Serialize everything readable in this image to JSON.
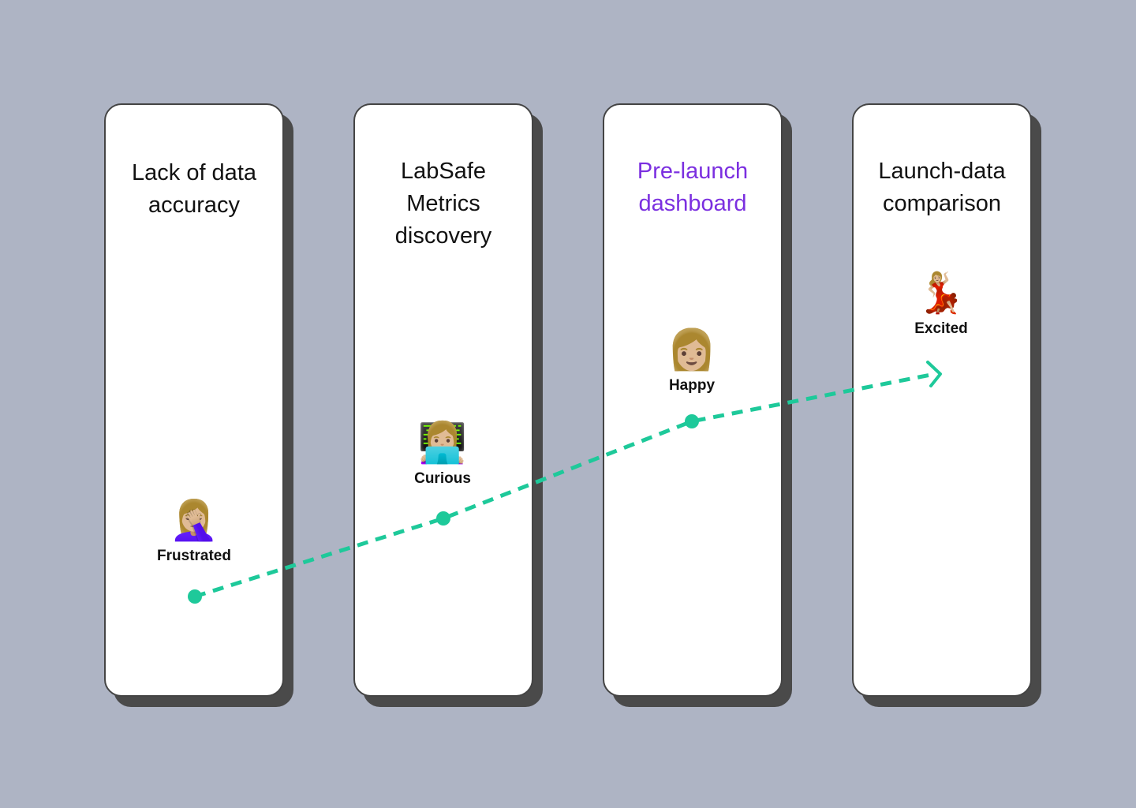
{
  "stages": [
    {
      "title": "Lack of data\naccuracy",
      "accent": false,
      "mood_label": "Frustrated",
      "emoji": "🤦🏼‍♀️",
      "icon": "woman-facepalming-icon",
      "emotion_level": 1
    },
    {
      "title": "LabSafe\nMetrics\ndiscovery",
      "accent": false,
      "mood_label": "Curious",
      "emoji": "👩🏼‍💻",
      "icon": "woman-technologist-icon",
      "emotion_level": 2
    },
    {
      "title": "Pre-launch\ndashboard",
      "accent": true,
      "mood_label": "Happy",
      "emoji": "👩🏼",
      "icon": "woman-face-icon",
      "emotion_level": 3
    },
    {
      "title": "Launch-data\ncomparison",
      "accent": false,
      "mood_label": "Excited",
      "emoji": "💃🏼",
      "icon": "woman-dancing-icon",
      "emotion_level": 4
    }
  ],
  "colors": {
    "background": "#aeb4c4",
    "card": "#ffffff",
    "card_shadow": "#4a4a4a",
    "accent_title": "#7b2fe0",
    "journey_line": "#1ec99a"
  }
}
